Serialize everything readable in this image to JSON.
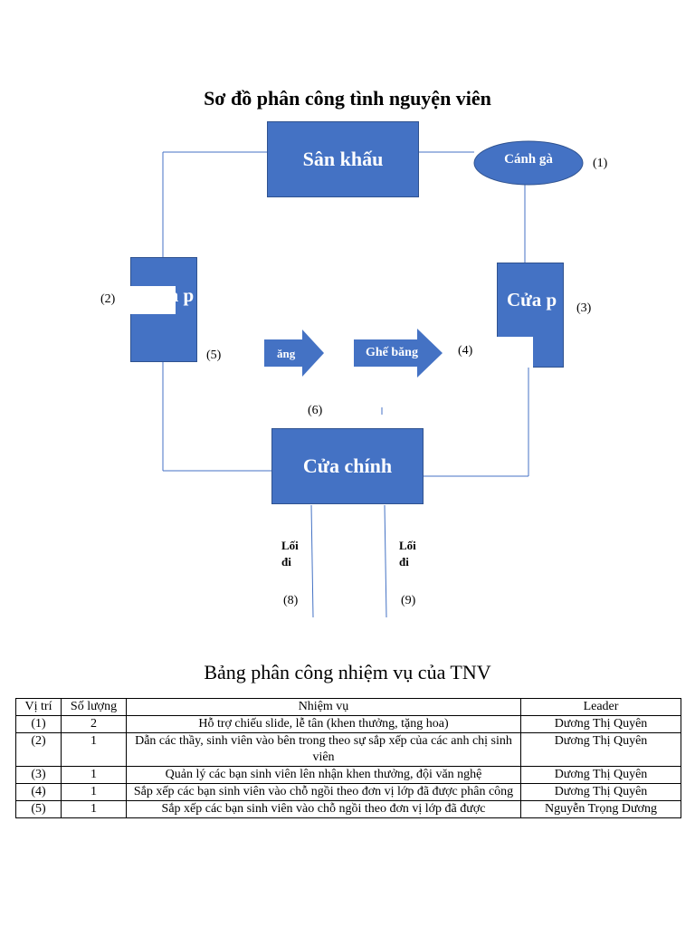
{
  "diagram": {
    "title": "Sơ đồ phân công tình nguyện viên",
    "nodes": {
      "stage": "Sân khấu",
      "wings": "Cánh gà",
      "door_left": "Cửa p",
      "door_right": "Cửa p",
      "bench_left": "ăng",
      "bench_right": "Ghế băng",
      "main_door": "Cửa chính"
    },
    "positions": {
      "p1": "(1)",
      "p2": "(2)",
      "p3": "(3)",
      "p4": "(4)",
      "p5": "(5)",
      "p6": "(6)",
      "p8": "(8)",
      "p9": "(9)"
    },
    "aisles": {
      "left_line1": "Lối",
      "left_line2": "đi",
      "right_line1": "Lối",
      "right_line2": "đi"
    }
  },
  "table": {
    "title": "Bảng phân công nhiệm vụ của TNV",
    "headers": [
      "Vị trí",
      "Số lượng",
      "Nhiệm vụ",
      "Leader"
    ],
    "rows": [
      [
        "(1)",
        "2",
        "Hỗ trợ chiếu slide, lễ tân (khen thưởng, tặng hoa)",
        "Dương Thị Quyên"
      ],
      [
        "(2)",
        "1",
        "Dẫn các thầy, sinh viên vào bên trong theo sự sắp xếp của các anh chị sinh viên",
        "Dương Thị Quyên"
      ],
      [
        "(3)",
        "1",
        "Quản lý các bạn sinh viên lên nhận khen thưởng, đội văn nghệ",
        "Dương Thị Quyên"
      ],
      [
        "(4)",
        "1",
        "Sắp xếp các bạn sinh viên vào chỗ ngồi theo đơn vị lớp đã được phân công",
        "Dương Thị Quyên"
      ],
      [
        "(5)",
        "1",
        "Sắp xếp các bạn sinh viên vào chỗ ngồi theo đơn vị lớp đã được",
        "Nguyễn Trọng Dương"
      ]
    ]
  }
}
